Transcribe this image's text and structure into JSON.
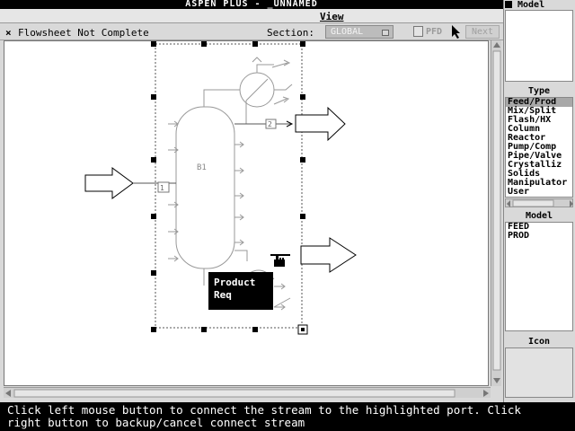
{
  "window": {
    "title": "ASPEN PLUS - _UNNAMED"
  },
  "menu": {
    "view_label": "View"
  },
  "toolbar": {
    "status_icon": "×",
    "status_text": "Flowsheet Not Complete",
    "section_label": "Section:",
    "section_value": "GLOBAL",
    "pfd_label": "PFD",
    "next_label": "Next"
  },
  "flowsheet": {
    "block_label": "B1",
    "port_labels": [
      "1",
      "2"
    ],
    "tooltip_lines": [
      "Product",
      "Req"
    ]
  },
  "right_panel": {
    "model_title": "Model",
    "type_title": "Type",
    "types": [
      {
        "label": "Feed/Prod",
        "selected": true
      },
      {
        "label": "Mix/Split",
        "selected": false
      },
      {
        "label": "Flash/HX",
        "selected": false
      },
      {
        "label": "Column",
        "selected": false
      },
      {
        "label": "Reactor",
        "selected": false
      },
      {
        "label": "Pump/Comp",
        "selected": false
      },
      {
        "label": "Pipe/Valve",
        "selected": false
      },
      {
        "label": "Crystalliz",
        "selected": false
      },
      {
        "label": "Solids",
        "selected": false
      },
      {
        "label": "Manipulator",
        "selected": false
      },
      {
        "label": "User",
        "selected": false
      }
    ],
    "models_title": "Model",
    "models": [
      "FEED",
      "PROD"
    ],
    "icon_title": "Icon"
  },
  "message": {
    "line1": "Click left mouse button to connect the stream to the highlighted port. Click",
    "line2": "right button to backup/cancel connect stream"
  }
}
